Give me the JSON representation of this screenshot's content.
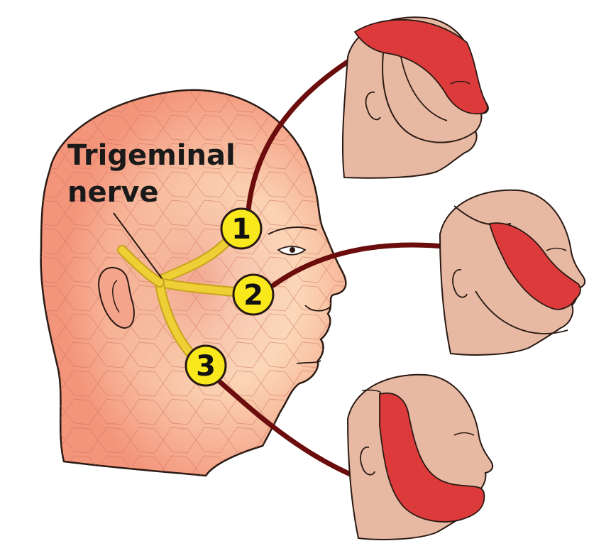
{
  "title": {
    "line1": "Trigeminal",
    "line2": "nerve"
  },
  "branches": [
    {
      "number": "1"
    },
    {
      "number": "2"
    },
    {
      "number": "3"
    }
  ],
  "colors": {
    "skin_main": "#f3957b",
    "skin_highlight": "#fde6c6",
    "skin_small": "#e7b9a3",
    "nerve": "#efcf36",
    "badge_fill": "#f8e81c",
    "region_red": "#dd3b3b",
    "arrow": "#6b0d0d",
    "outline": "#2a1a14"
  }
}
